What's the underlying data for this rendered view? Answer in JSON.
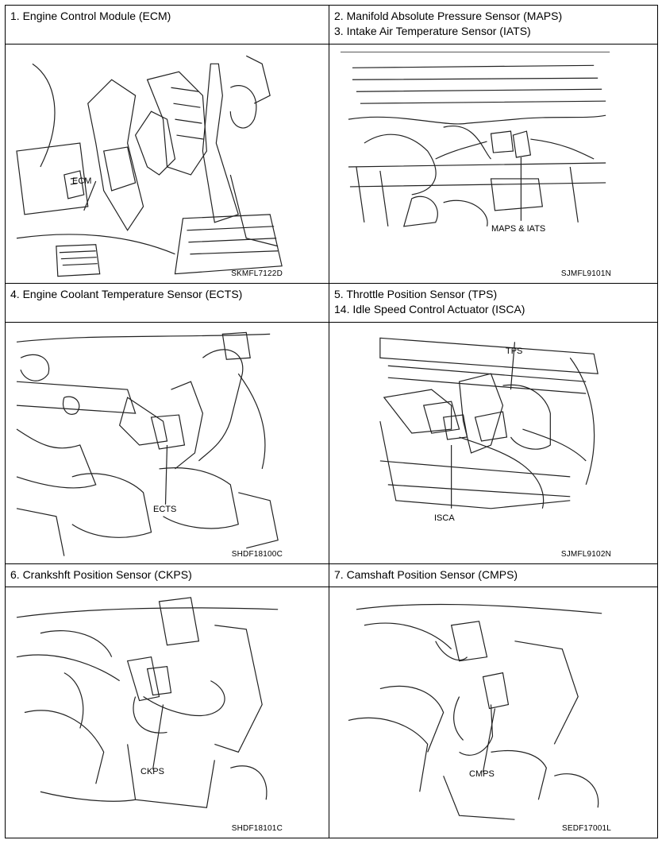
{
  "cells": [
    {
      "title_lines": [
        "1. Engine Control Module (ECM)"
      ],
      "callout": "ECM",
      "code": "SKMFL7122D"
    },
    {
      "title_lines": [
        "2. Manifold Absolute Pressure Sensor (MAPS)",
        "3. Intake Air Temperature Sensor (IATS)"
      ],
      "callout": "MAPS & IATS",
      "code": "SJMFL9101N"
    },
    {
      "title_lines": [
        "4. Engine Coolant Temperature Sensor (ECTS)"
      ],
      "callout": "ECTS",
      "code": "SHDF18100C"
    },
    {
      "title_lines": [
        "5. Throttle Position Sensor (TPS)",
        "14. Idle Speed Control Actuator (ISCA)"
      ],
      "callouts": [
        "TPS",
        "ISCA"
      ],
      "code": "SJMFL9102N"
    },
    {
      "title_lines": [
        "6. Crankshft Position Sensor (CKPS)"
      ],
      "callout": "CKPS",
      "code": "SHDF18101C"
    },
    {
      "title_lines": [
        "7. Camshaft Position Sensor (CMPS)"
      ],
      "callout": "CMPS",
      "code": "SEDF17001L"
    }
  ]
}
